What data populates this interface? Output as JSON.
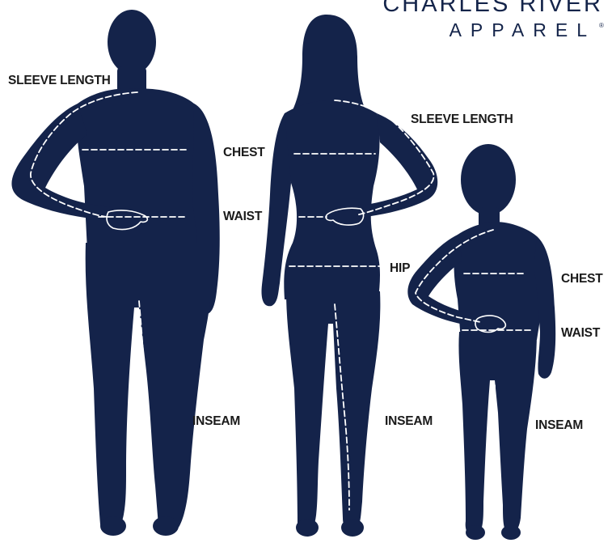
{
  "brand": {
    "line1": "CHARLES RIVER",
    "line2": "APPAREL",
    "registered": "®",
    "color": "#14244a"
  },
  "silhouette_color": "#14234a",
  "figures": {
    "man": {
      "sleeve_length": "SLEEVE LENGTH",
      "chest": "CHEST",
      "waist": "WAIST",
      "inseam": "INSEAM"
    },
    "woman": {
      "sleeve_length": "SLEEVE LENGTH",
      "hip": "HIP",
      "inseam": "INSEAM"
    },
    "child": {
      "chest": "CHEST",
      "waist": "WAIST",
      "inseam": "INSEAM"
    }
  }
}
